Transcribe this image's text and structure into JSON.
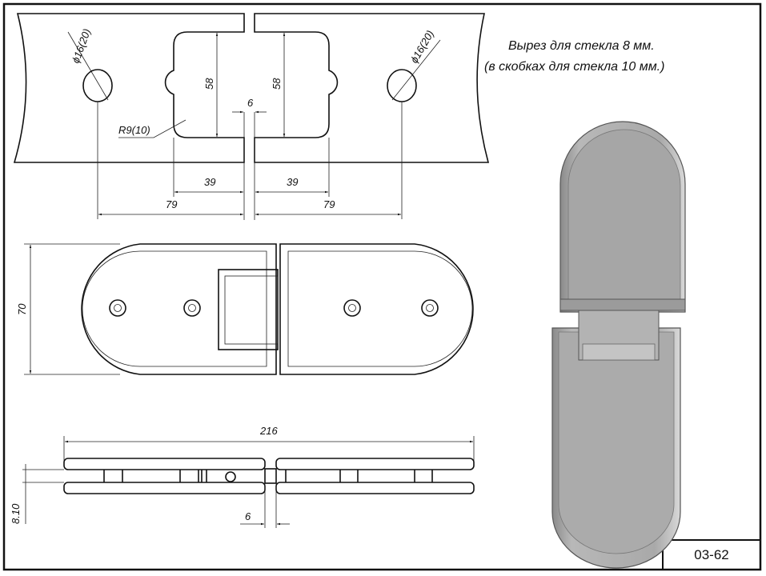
{
  "note": {
    "line1": "Вырез для стекла 8 мм.",
    "line2": "(в скобках для стекла 10 мм.)"
  },
  "top_view": {
    "hole_left": "ϕ16(20)",
    "hole_right": "ϕ16(20)",
    "radius": "R9(10)",
    "height_left": "58",
    "height_right": "58",
    "gap": "6",
    "cut_left": "39",
    "cut_right": "39",
    "hole_dist_left": "79",
    "hole_dist_right": "79"
  },
  "front_view": {
    "height": "70"
  },
  "side_view": {
    "length": "216",
    "glass": "8.10",
    "gap": "6"
  },
  "drawing_code": "03-62"
}
